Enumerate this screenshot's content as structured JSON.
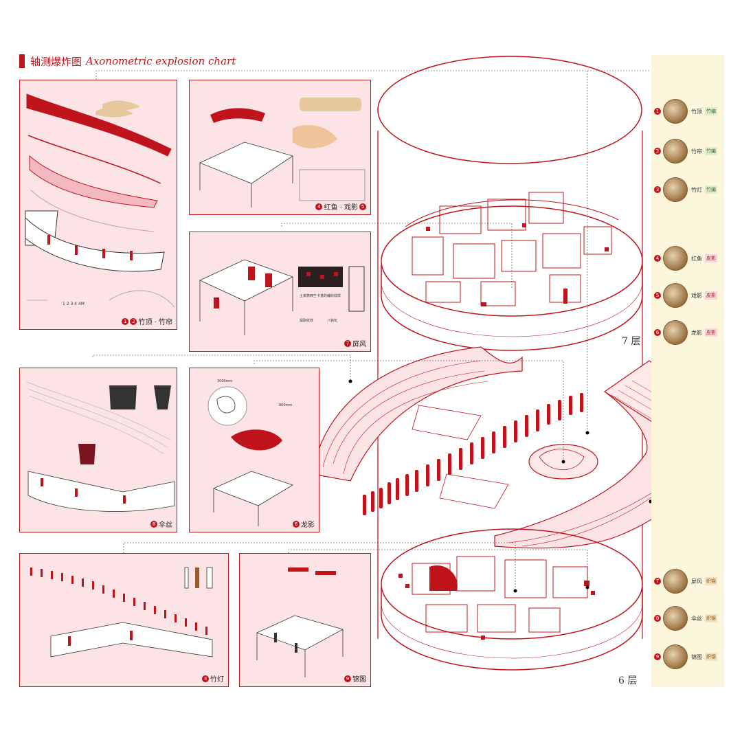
{
  "header": {
    "title_cn": "轴测爆炸图",
    "title_en": "Axonometric explosion chart"
  },
  "panels": [
    {
      "id": "p1",
      "caption_nums": [
        "1",
        "2"
      ],
      "caption": "竹顶 · 竹帘"
    },
    {
      "id": "p2",
      "caption_nums": [
        "4",
        "5"
      ],
      "caption": "红鱼 · 戏影"
    },
    {
      "id": "p3",
      "caption_nums": [
        "7"
      ],
      "caption": "屏风"
    },
    {
      "id": "p4",
      "caption_nums": [
        "8"
      ],
      "caption": "伞丝"
    },
    {
      "id": "p5",
      "caption_nums": [
        "6"
      ],
      "caption": "龙影"
    },
    {
      "id": "p6",
      "caption_nums": [
        "3"
      ],
      "caption": "竹灯"
    },
    {
      "id": "p7",
      "caption_nums": [
        "9"
      ],
      "caption": "锦图"
    }
  ],
  "floors": {
    "upper": "7 层",
    "lower": "6 层"
  },
  "legend": [
    {
      "num": "1",
      "label": "竹顶",
      "tag": "竹编",
      "type": "bamboo"
    },
    {
      "num": "2",
      "label": "竹帘",
      "tag": "竹编",
      "type": "bamboo"
    },
    {
      "num": "3",
      "label": "竹灯",
      "tag": "竹编",
      "type": "bamboo"
    },
    {
      "num": "4",
      "label": "红鱼",
      "tag": "皮影",
      "type": "shadow"
    },
    {
      "num": "5",
      "label": "戏影",
      "tag": "皮影",
      "type": "shadow"
    },
    {
      "num": "6",
      "label": "龙影",
      "tag": "皮影",
      "type": "shadow"
    },
    {
      "num": "7",
      "label": "屏风",
      "tag": "织锦",
      "type": "brocade"
    },
    {
      "num": "8",
      "label": "伞丝",
      "tag": "织锦",
      "type": "brocade"
    },
    {
      "num": "9",
      "label": "锦图",
      "tag": "织锦",
      "type": "brocade"
    }
  ],
  "panel_texts": {
    "p1_scale": "1 2 3 4 4M",
    "p3_text1": "土家族西兰卡普的编织纹样",
    "p3_text2": "提取纹样",
    "p3_text3": "八钩花",
    "p5_dim1": "3000mm",
    "p5_dim2": "800mm"
  },
  "colors": {
    "accent": "#c0141c",
    "panel_bg": "#fbe3e6",
    "legend_bg": "#fcf6dc"
  }
}
